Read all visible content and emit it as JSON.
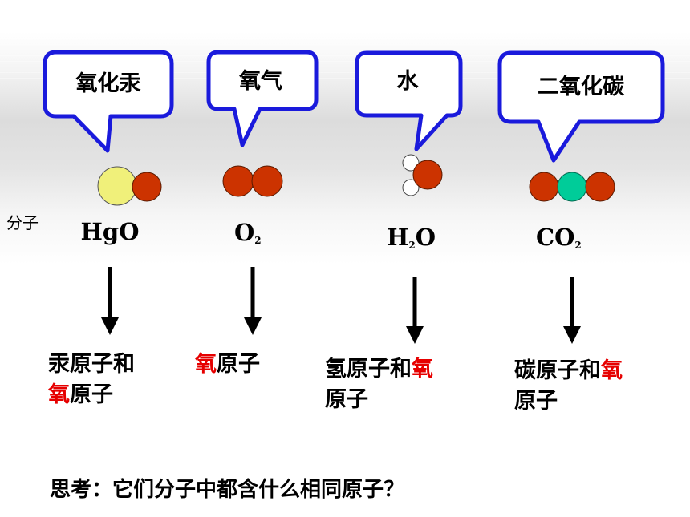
{
  "molecules": [
    {
      "name": "氧化汞",
      "formula_main": "HgO",
      "formula_parts": [
        "HgO",
        ""
      ],
      "atoms_line1": [
        {
          "t": "汞原子和",
          "red": false
        }
      ],
      "atoms_line2": [
        {
          "t": "氧",
          "red": true
        },
        {
          "t": "原子",
          "red": false
        }
      ]
    },
    {
      "name": "氧气",
      "formula_parts": [
        "O",
        "2"
      ],
      "atoms_line1": [
        {
          "t": "氧",
          "red": true
        },
        {
          "t": "原子",
          "red": false
        }
      ],
      "atoms_line2": []
    },
    {
      "name": "水",
      "formula_parts": [
        "H",
        "2",
        "O"
      ],
      "atoms_line1": [
        {
          "t": "氢原子和",
          "red": false
        },
        {
          "t": "氧",
          "red": true
        }
      ],
      "atoms_line2": [
        {
          "t": "原子",
          "red": false
        }
      ]
    },
    {
      "name": "二氧化碳",
      "formula_parts": [
        "CO",
        "2"
      ],
      "atoms_line1": [
        {
          "t": "碳原子和",
          "red": false
        },
        {
          "t": "氧",
          "red": true
        }
      ],
      "atoms_line2": [
        {
          "t": "原子",
          "red": false
        }
      ]
    }
  ],
  "side_label": "分子",
  "question": "思考：它们分子中都含什么相同原子？",
  "colors": {
    "oxygen": "#cc3300",
    "mercury": "#f0f07a",
    "carbon": "#00cc99",
    "hydrogen": "#ffffff",
    "bubble_border": "#1a1adc",
    "highlight": "#e60000"
  },
  "formulas": {
    "hgo": "HgO",
    "o2_main": "O",
    "o2_sub": "2",
    "h2o_h": "H",
    "h2o_sub": "2",
    "h2o_o": "O",
    "co2_main": "CO",
    "co2_sub": "2"
  },
  "atoms_text": {
    "m1_l1": "汞原子和",
    "m1_l2_red": "氧",
    "m1_l2": "原子",
    "m2_red": "氧",
    "m2": "原子",
    "m3_l1": "氢原子和",
    "m3_l1_red": "氧",
    "m3_l2": "原子",
    "m4_l1": "碳原子和",
    "m4_l1_red": "氧",
    "m4_l2": "原子"
  }
}
